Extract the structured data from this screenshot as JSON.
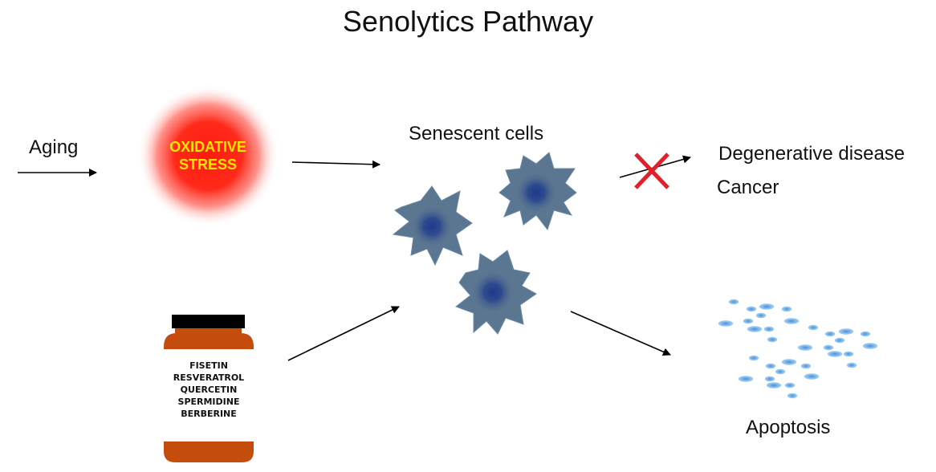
{
  "title": "Senolytics Pathway",
  "labels": {
    "aging": "Aging",
    "oxidative_stress": [
      "OXIDATIVE",
      "STRESS"
    ],
    "senescent_cells": "Senescent cells",
    "degenerative_disease": "Degenerative disease",
    "cancer": "Cancer",
    "apoptosis": "Apoptosis"
  },
  "bottle": {
    "ingredients": [
      "FISETIN",
      "RESVERATROL",
      "QUERCETIN",
      "SPERMIDINE",
      "BERBERINE"
    ]
  },
  "colors": {
    "stress_glow": "#ff2a1a",
    "stress_text": "#ffe600",
    "cell_body": "#5a7690",
    "cell_nucleus": "#1e3a8a",
    "bottle_body": "#c44d0e",
    "bottle_cap": "#000000",
    "blocked_x": "#e0202a",
    "apoptotic_fragment": "#8cc4ee"
  },
  "icons": {
    "stress": "red-glow-orb",
    "cells": "spiky-cell",
    "supplement": "pill-bottle",
    "block": "red-x-cross",
    "apoptosis": "scattered-fragments"
  }
}
